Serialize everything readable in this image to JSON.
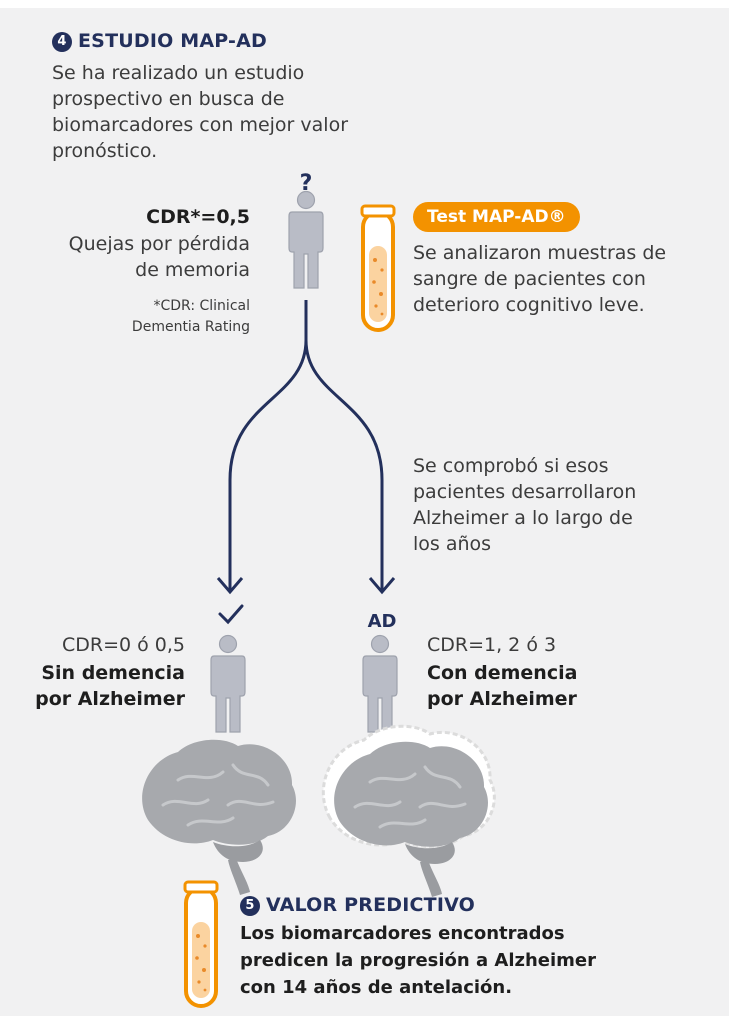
{
  "section4": {
    "number": "4",
    "title": "ESTUDIO MAP-AD",
    "lines": [
      "Se ha realizado un estudio",
      "prospectivo en busca de",
      "biomarcadores con mejor valor",
      "pronóstico."
    ]
  },
  "patient": {
    "question_mark": "?",
    "cdr_label": "CDR*=0,5",
    "complaint_lines": [
      "Quejas por pérdida",
      "de memoria"
    ],
    "footnote_lines": [
      "*CDR: Clinical",
      "Dementia Rating"
    ]
  },
  "test": {
    "badge": "Test MAP-AD®",
    "lines": [
      "Se analizaron muestras de",
      "sangre de pacientes con",
      "deterioro cognitivo leve."
    ]
  },
  "followup": {
    "lines": [
      "Se comprobó si esos",
      "pacientes desarrollaron",
      "Alzheimer a lo largo de",
      "los años"
    ]
  },
  "outcome_left": {
    "marker": "check-icon",
    "cdr": "CDR=0 ó 0,5",
    "lines": [
      "Sin demencia",
      "por Alzheimer"
    ]
  },
  "outcome_right": {
    "marker": "AD",
    "cdr": "CDR=1, 2 ó 3",
    "lines": [
      "Con demencia",
      "por Alzheimer"
    ]
  },
  "section5": {
    "number": "5",
    "title": "VALOR PREDICTIVO",
    "lines": [
      "Los biomarcadores encontrados",
      "predicen la progresión a Alzheimer",
      "con 14 años de antelación."
    ]
  },
  "colors": {
    "navy": "#23305c",
    "orange": "#f39200",
    "figure_gray": "#b9bcc6",
    "brain_gray": "#a7a9ad",
    "panel_bg": "#f1f1f2"
  }
}
